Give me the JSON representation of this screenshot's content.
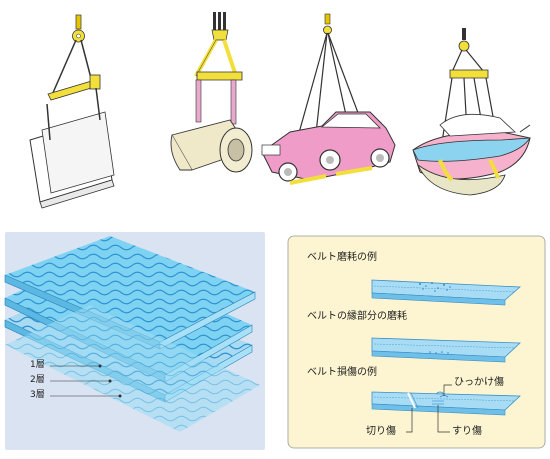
{
  "layers": {
    "layer1": "1層",
    "layer2": "2層",
    "layer3": "3層"
  },
  "examples": {
    "wear_title": "ベルト磨耗の例",
    "edge_wear_title": "ベルトの縁部分の磨耗",
    "damage_title": "ベルト損傷の例",
    "snag_label": "ひっかけ傷",
    "cut_label": "切り傷",
    "scrape_label": "すり傷"
  },
  "colors": {
    "sling_yellow": "#f2df3b",
    "sling_pink": "#e8a9cc",
    "car_pink": "#ef9cc8",
    "belt_blue": "#7fd3f2",
    "belt_wave": "#3aa0d8",
    "panel_left_bg": "#d9e3f2",
    "panel_right_bg": "#fdf5d2"
  }
}
